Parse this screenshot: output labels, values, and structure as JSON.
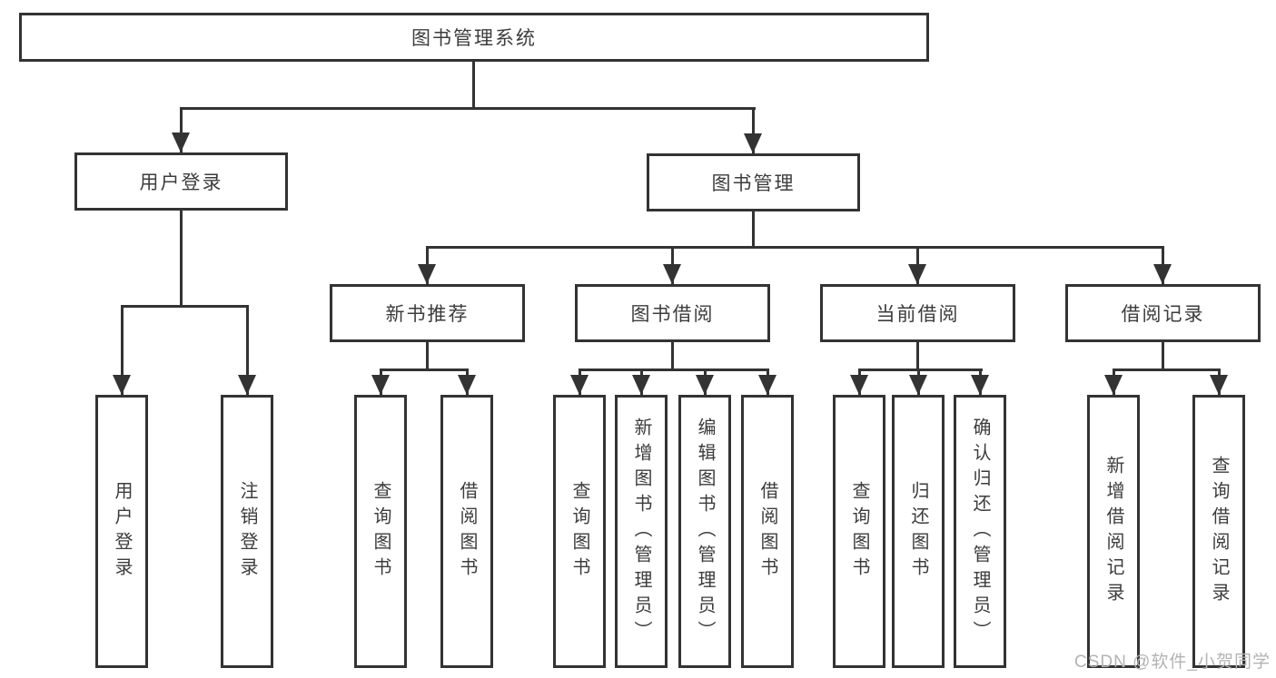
{
  "hierarchy": {
    "label": "图书管理系统",
    "children": [
      {
        "label": "用户登录",
        "children": [
          {
            "label": "用户登录"
          },
          {
            "label": "注销登录"
          }
        ]
      },
      {
        "label": "图书管理",
        "children": [
          {
            "label": "新书推荐",
            "children": [
              {
                "label": "查询图书"
              },
              {
                "label": "借阅图书"
              }
            ]
          },
          {
            "label": "图书借阅",
            "children": [
              {
                "label": "查询图书"
              },
              {
                "label": "新增图书（管理员）"
              },
              {
                "label": "编辑图书（管理员）"
              },
              {
                "label": "借阅图书"
              }
            ]
          },
          {
            "label": "当前借阅",
            "children": [
              {
                "label": "查询图书"
              },
              {
                "label": "归还图书"
              },
              {
                "label": "确认归还（管理员）"
              }
            ]
          },
          {
            "label": "借阅记录",
            "children": [
              {
                "label": "新增借阅记录"
              },
              {
                "label": "查询借阅记录"
              }
            ]
          }
        ]
      }
    ]
  },
  "watermark": "CSDN @软件_小贺同学",
  "colors": {
    "line": "#333333",
    "text": "#3c3c3c",
    "watermark": "#b3b3b3",
    "background": "#ffffff"
  }
}
